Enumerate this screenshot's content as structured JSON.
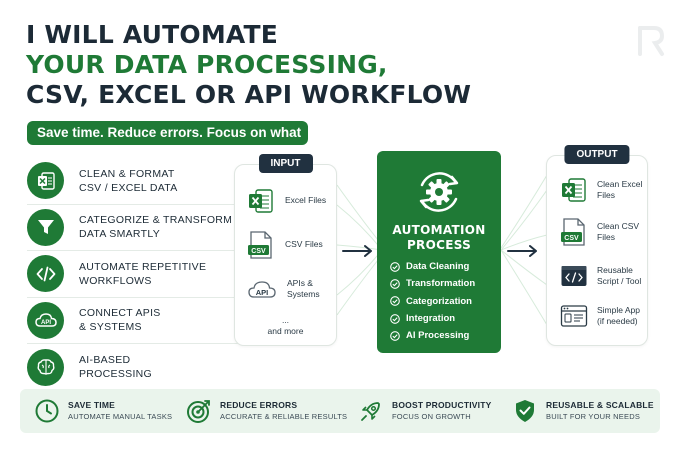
{
  "headline": {
    "line1": "I WILL AUTOMATE",
    "line2": "YOUR DATA PROCESSING,",
    "line3": "CSV, EXCEL OR API WORKFLOW"
  },
  "banner": "Save time. Reduce errors. Focus on what matters.",
  "features": [
    {
      "icon": "excel-icon",
      "line1": "CLEAN & FORMAT",
      "line2": "CSV / EXCEL DATA"
    },
    {
      "icon": "funnel-icon",
      "line1": "CATEGORIZE & TRANSFORM",
      "line2": "DATA SMARTLY"
    },
    {
      "icon": "code-icon",
      "line1": "AUTOMATE REPETITIVE",
      "line2": "WORKFLOWS"
    },
    {
      "icon": "api-cloud-icon",
      "line1": "CONNECT APIS",
      "line2": "& SYSTEMS"
    },
    {
      "icon": "brain-icon",
      "line1": "AI-BASED",
      "line2": "PROCESSING"
    }
  ],
  "input": {
    "tag": "INPUT",
    "items": [
      {
        "icon": "excel-file-icon",
        "line1": "Excel Files",
        "line2": ""
      },
      {
        "icon": "csv-file-icon",
        "line1": "CSV Files",
        "line2": ""
      },
      {
        "icon": "api-cloud-icon",
        "line1": "APIs &",
        "line2": "Systems"
      }
    ],
    "dots": "...",
    "more": "and more"
  },
  "automation": {
    "title_line1": "AUTOMATION",
    "title_line2": "PROCESS",
    "items": [
      "Data Cleaning",
      "Transformation",
      "Categorization",
      "Integration",
      "AI Processing"
    ]
  },
  "output": {
    "tag": "OUTPUT",
    "items": [
      {
        "icon": "excel-file-icon",
        "line1": "Clean Excel",
        "line2": "Files"
      },
      {
        "icon": "csv-file-icon",
        "line1": "Clean CSV",
        "line2": "Files"
      },
      {
        "icon": "script-window-icon",
        "line1": "Reusable",
        "line2": "Script / Tool"
      },
      {
        "icon": "app-window-icon",
        "line1": "Simple App",
        "line2": "(if needed)"
      }
    ]
  },
  "benefits": [
    {
      "icon": "clock-icon",
      "title": "SAVE TIME",
      "sub": "AUTOMATE MANUAL TASKS"
    },
    {
      "icon": "target-icon",
      "title": "REDUCE ERRORS",
      "sub": "ACCURATE & RELIABLE RESULTS"
    },
    {
      "icon": "rocket-icon",
      "title": "BOOST PRODUCTIVITY",
      "sub": "FOCUS ON GROWTH"
    },
    {
      "icon": "shield-check-icon",
      "title": "REUSABLE & SCALABLE",
      "sub": "BUILT FOR YOUR NEEDS"
    }
  ],
  "colors": {
    "brand_green": "#1f7a36",
    "navy": "#213140",
    "light_green": "#eaf4ec"
  }
}
